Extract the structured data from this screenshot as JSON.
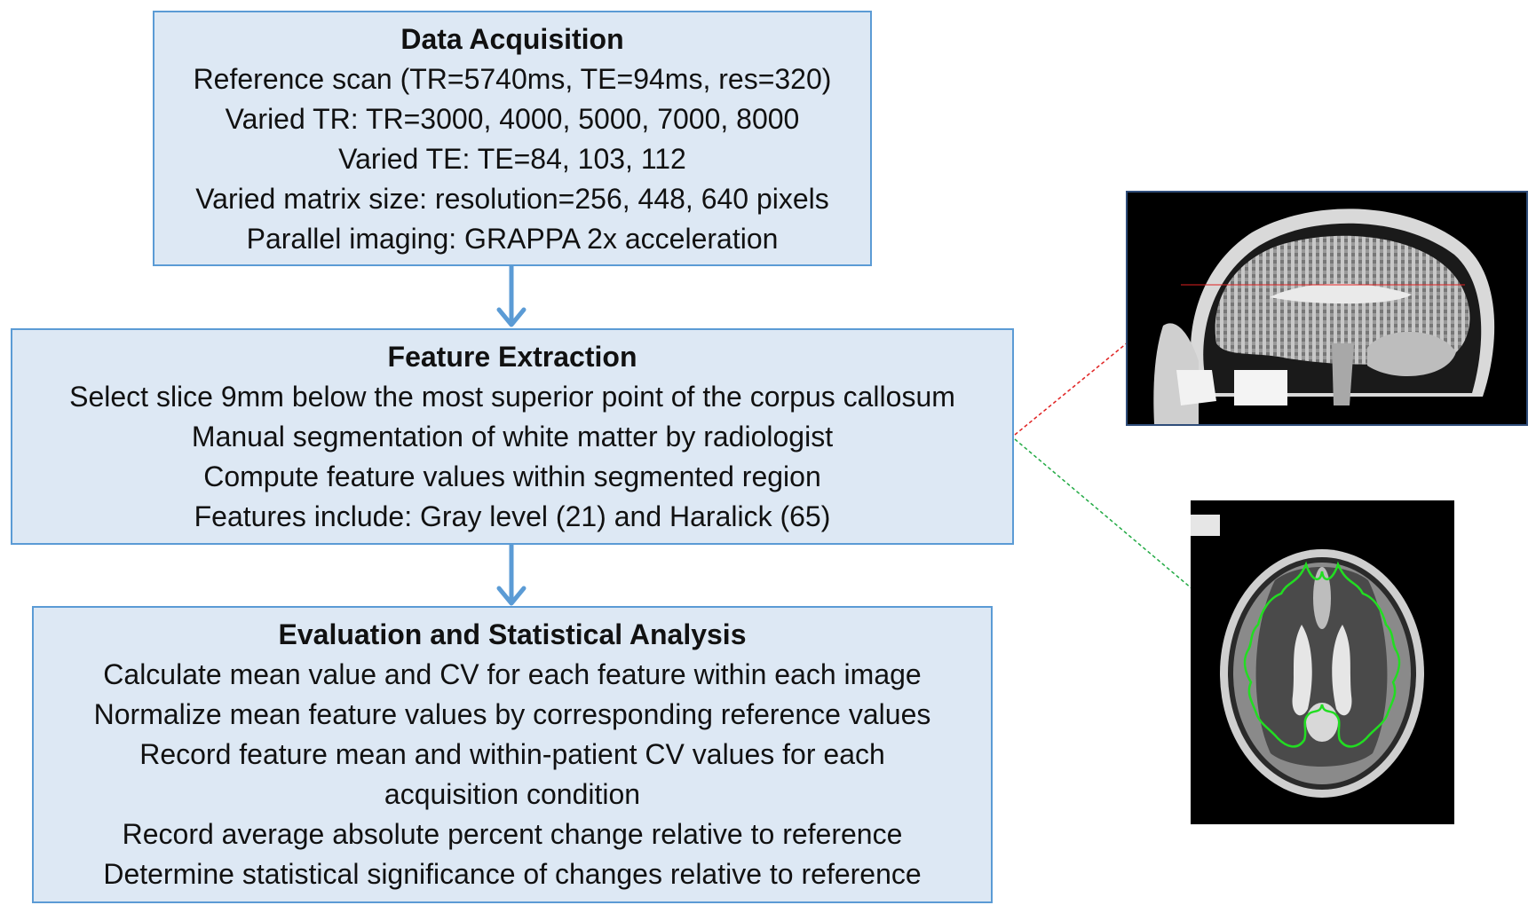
{
  "acquisition": {
    "title": "Data Acquisition",
    "lines": [
      "Reference scan (TR=5740ms, TE=94ms, res=320)",
      "Varied TR: TR=3000, 4000, 5000, 7000, 8000",
      "Varied TE: TE=84, 103, 112",
      "Varied matrix size: resolution=256, 448, 640 pixels",
      "Parallel imaging: GRAPPA 2x acceleration"
    ]
  },
  "feature_extraction": {
    "title": "Feature Extraction",
    "lines": [
      "Select slice 9mm below the most superior point of the corpus callosum",
      "Manual segmentation of white matter by radiologist",
      "Compute feature values within segmented region",
      "Features include: Gray level (21) and Haralick (65)"
    ]
  },
  "evaluation": {
    "title": "Evaluation and Statistical Analysis",
    "lines": [
      "Calculate mean value and CV for each feature within each image",
      "Normalize mean feature values by corresponding reference values",
      "Record feature mean and within-patient CV values for each acquisition condition",
      "Record average absolute percent change relative to reference",
      "Determine statistical significance of changes relative to reference"
    ]
  },
  "colors": {
    "box_fill": "#dde8f4",
    "box_border": "#5b9bd5",
    "arrow": "#5b9bd5",
    "slice_line": "#e02020",
    "segmentation": "#22dd22"
  },
  "icons": [
    "sagittal-mri-image",
    "axial-mri-image"
  ]
}
